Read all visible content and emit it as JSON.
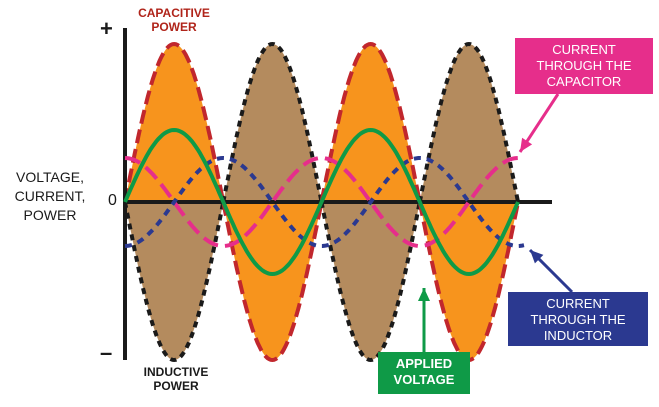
{
  "diagram": {
    "y_axis_title": "VOLTAGE,\nCURRENT,\nPOWER",
    "axis_plus": "+",
    "axis_minus": "–",
    "axis_zero": "0",
    "capacitive_power": "CAPACITIVE\nPOWER",
    "inductive_power": "INDUCTIVE\nPOWER",
    "current_capacitor": "CURRENT\nTHROUGH THE\nCAPACITOR",
    "current_inductor": "CURRENT\nTHROUGH THE\nINDUCTOR",
    "applied_voltage": "APPLIED\nVOLTAGE"
  },
  "colors": {
    "capacitive_fill": "#f7941d",
    "inductive_fill": "#b48b5e",
    "capacitive_outline": "#c1272d",
    "inductive_outline": "#1a1a1a",
    "voltage": "#0f9a47",
    "capacitor_current": "#e62e8b",
    "inductor_current": "#2b3990",
    "voltage_box": "#0f9a47",
    "capacitor_box": "#e62e8b",
    "inductor_box": "#2b3990"
  }
}
